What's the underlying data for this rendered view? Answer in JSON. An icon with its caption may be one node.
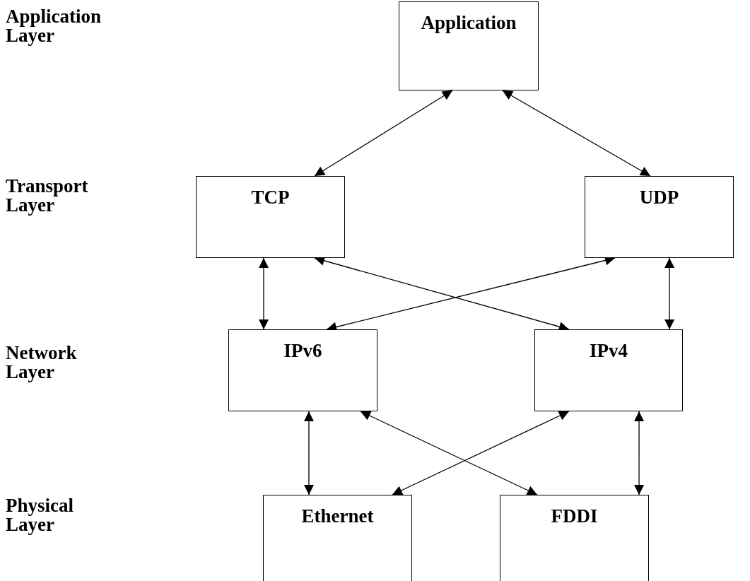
{
  "diagram": {
    "nodes": [
      {
        "text": [
          "Application"
        ]
      },
      {
        "text": [
          "TCP"
        ]
      },
      {
        "text": [
          "UDP"
        ]
      },
      {
        "text": [
          "IPv6"
        ]
      },
      {
        "text": [
          "IPv4"
        ]
      },
      {
        "text": [
          "Ethernet"
        ]
      },
      {
        "text": [
          "FDDI"
        ]
      }
    ],
    "edges": [
      {
        "from": 0,
        "to": 1,
        "arrow": "both"
      },
      {
        "from": 0,
        "to": 2,
        "arrow": "both"
      },
      {
        "from": 1,
        "to": 3,
        "arrow": "both"
      },
      {
        "from": 1,
        "to": 4,
        "arrow": "both"
      },
      {
        "from": 2,
        "to": 3,
        "arrow": "both"
      },
      {
        "from": 2,
        "to": 4,
        "arrow": "both"
      },
      {
        "from": 3,
        "to": 5,
        "arrow": "both"
      },
      {
        "from": 3,
        "to": 6,
        "arrow": "both"
      },
      {
        "from": 4,
        "to": 5,
        "arrow": "both"
      },
      {
        "from": 4,
        "to": 6,
        "arrow": "both"
      }
    ],
    "labels": [
      "Application Layer",
      "Transport Layer",
      "Network Layer",
      "Physical Layer"
    ]
  }
}
